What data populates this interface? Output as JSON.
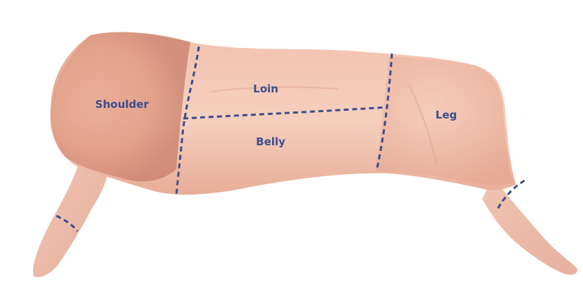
{
  "diagram": {
    "cuts": [
      {
        "id": "shoulder",
        "label": "Shoulder"
      },
      {
        "id": "loin",
        "label": "Loin"
      },
      {
        "id": "belly",
        "label": "Belly"
      },
      {
        "id": "leg",
        "label": "Leg"
      }
    ],
    "colors": {
      "background": "#ffffff",
      "meat_light": "#f3c8b4",
      "meat_mid": "#e9ab93",
      "meat_dark": "#c97f6c",
      "cut_line": "#3b4d8f",
      "label": "#3b4d8f"
    }
  }
}
